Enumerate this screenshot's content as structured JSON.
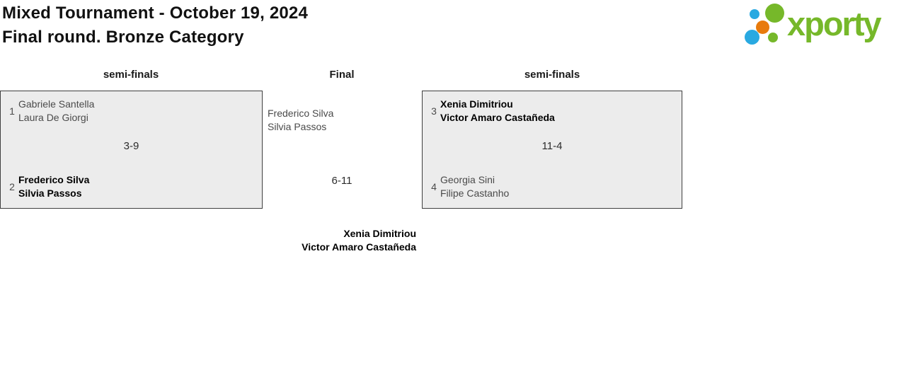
{
  "header": {
    "title_line1": "Mixed Tournament - October 19, 2024",
    "title_line2": "Final round. Bronze Category"
  },
  "logo": {
    "text": "xporty",
    "colors": {
      "green": "#76b82a",
      "blue": "#29a9e1",
      "orange": "#e87b0c"
    },
    "dots": [
      "green-large-dot",
      "blue-top-dot",
      "orange-dot",
      "blue-bottom-dot",
      "green-small-dot"
    ]
  },
  "colors": {
    "box_background": "#ececec",
    "box_border": "#3f3f3f",
    "text_default": "#4a4a4a",
    "text_winner": "#000000"
  },
  "bracket": {
    "columns": [
      {
        "label": "semi-finals"
      },
      {
        "label": "Final"
      },
      {
        "label": "semi-finals"
      }
    ],
    "semi1": {
      "team1": {
        "seed": "1",
        "players": [
          "Gabriele Santella",
          "Laura De Giorgi"
        ],
        "winner": false
      },
      "score": "3-9",
      "team2": {
        "seed": "2",
        "players": [
          "Frederico Silva",
          "Silvia Passos"
        ],
        "winner": true
      }
    },
    "semi2": {
      "team1": {
        "seed": "3",
        "players": [
          "Xenia Dimitriou",
          "Victor Amaro Castañeda"
        ],
        "winner": true
      },
      "score": "11-4",
      "team2": {
        "seed": "4",
        "players": [
          "Georgia Sini",
          "Filipe Castanho"
        ],
        "winner": false
      }
    },
    "final": {
      "finalist": {
        "players": [
          "Frederico Silva",
          "Silvia Passos"
        ],
        "winner": false
      },
      "score": "6-11",
      "champion": {
        "players": [
          "Xenia Dimitriou",
          "Victor Amaro Castañeda"
        ],
        "winner": true
      }
    }
  }
}
